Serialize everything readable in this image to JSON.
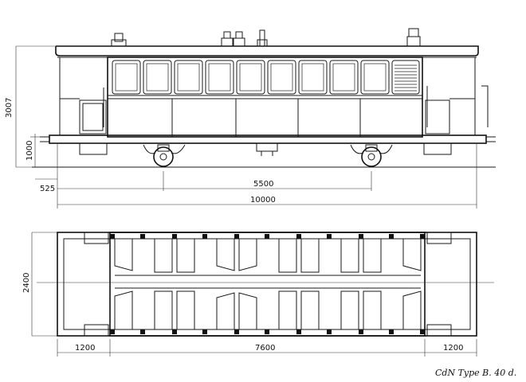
{
  "dimensions": {
    "height_total": "3007",
    "floor_height": "1000",
    "overhang": "525",
    "wheelbase": "5500",
    "length_total": "10000",
    "width": "2400",
    "platform_left": "1200",
    "body_length": "7600",
    "platform_right": "1200"
  },
  "caption": "CdN Type B. 40 d."
}
